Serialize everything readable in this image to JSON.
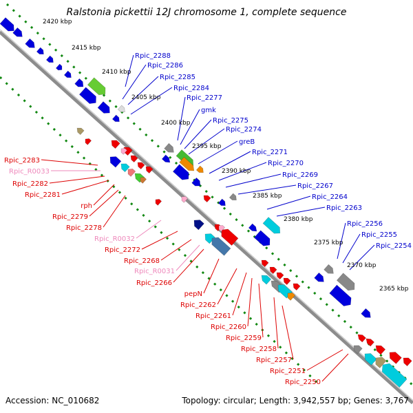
{
  "title": "Ralstonia pickettii 12J chromosome 1, complete sequence",
  "footer": {
    "accession": "Accession: NC_010682",
    "summary": "Topology: circular; Length: 3,942,557 bp; Genes: 3,767"
  },
  "colors": {
    "backbone": "#8c8c8c",
    "ticks": "#118811",
    "forward_label": "#0000cc",
    "reverse_label": "#dd0000",
    "rna_label": "#ee88bb",
    "cds_forward": "#0000dd",
    "cds_reverse": "#ee0000",
    "teal": "#00ccdd",
    "gray": "#888888"
  },
  "kbp_ticks": [
    "2420 kbp",
    "2415 kbp",
    "2410 kbp",
    "2405 kbp",
    "2400 kbp",
    "2395 kbp",
    "2390 kbp",
    "2385 kbp",
    "2380 kbp",
    "2375 kbp",
    "2370 kbp",
    "2365 kbp"
  ],
  "labels_forward": [
    "Rpic_2288",
    "Rpic_2286",
    "Rpic_2285",
    "Rpic_2284",
    "Rpic_2277",
    "gmk",
    "Rpic_2275",
    "Rpic_2274",
    "greB",
    "Rpic_2271",
    "Rpic_2270",
    "Rpic_2269",
    "Rpic_2267",
    "Rpic_2264",
    "Rpic_2263",
    "Rpic_2256",
    "Rpic_2255",
    "Rpic_2254"
  ],
  "labels_reverse": [
    "Rpic_2283",
    "Rpic_R0033",
    "Rpic_2282",
    "Rpic_2281",
    "rph",
    "Rpic_2279",
    "Rpic_2278",
    "Rpic_R0032",
    "Rpic_2272",
    "Rpic_2268",
    "Rpic_R0031",
    "Rpic_2266",
    "pepN",
    "Rpic_2262",
    "Rpic_2261",
    "Rpic_2260",
    "Rpic_2259",
    "Rpic_2258",
    "Rpic_2257",
    "Rpic_2251",
    "Rpic_2250"
  ]
}
